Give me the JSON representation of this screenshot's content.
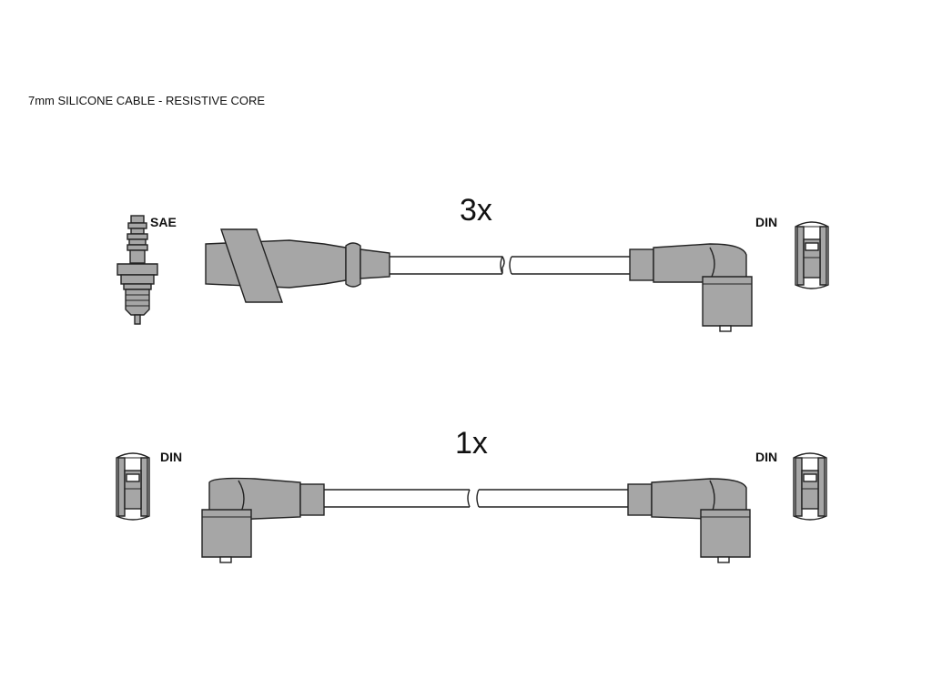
{
  "header": {
    "title": "7mm SILICONE CABLE - RESISTIVE CORE"
  },
  "lead_top": {
    "quantity": "3x",
    "left_label": "SAE",
    "right_label": "DIN"
  },
  "lead_bottom": {
    "quantity": "1x",
    "left_label": "DIN",
    "right_label": "DIN"
  },
  "colors": {
    "boot": "#a6a6a6",
    "outline": "#222222",
    "background": "#ffffff"
  }
}
